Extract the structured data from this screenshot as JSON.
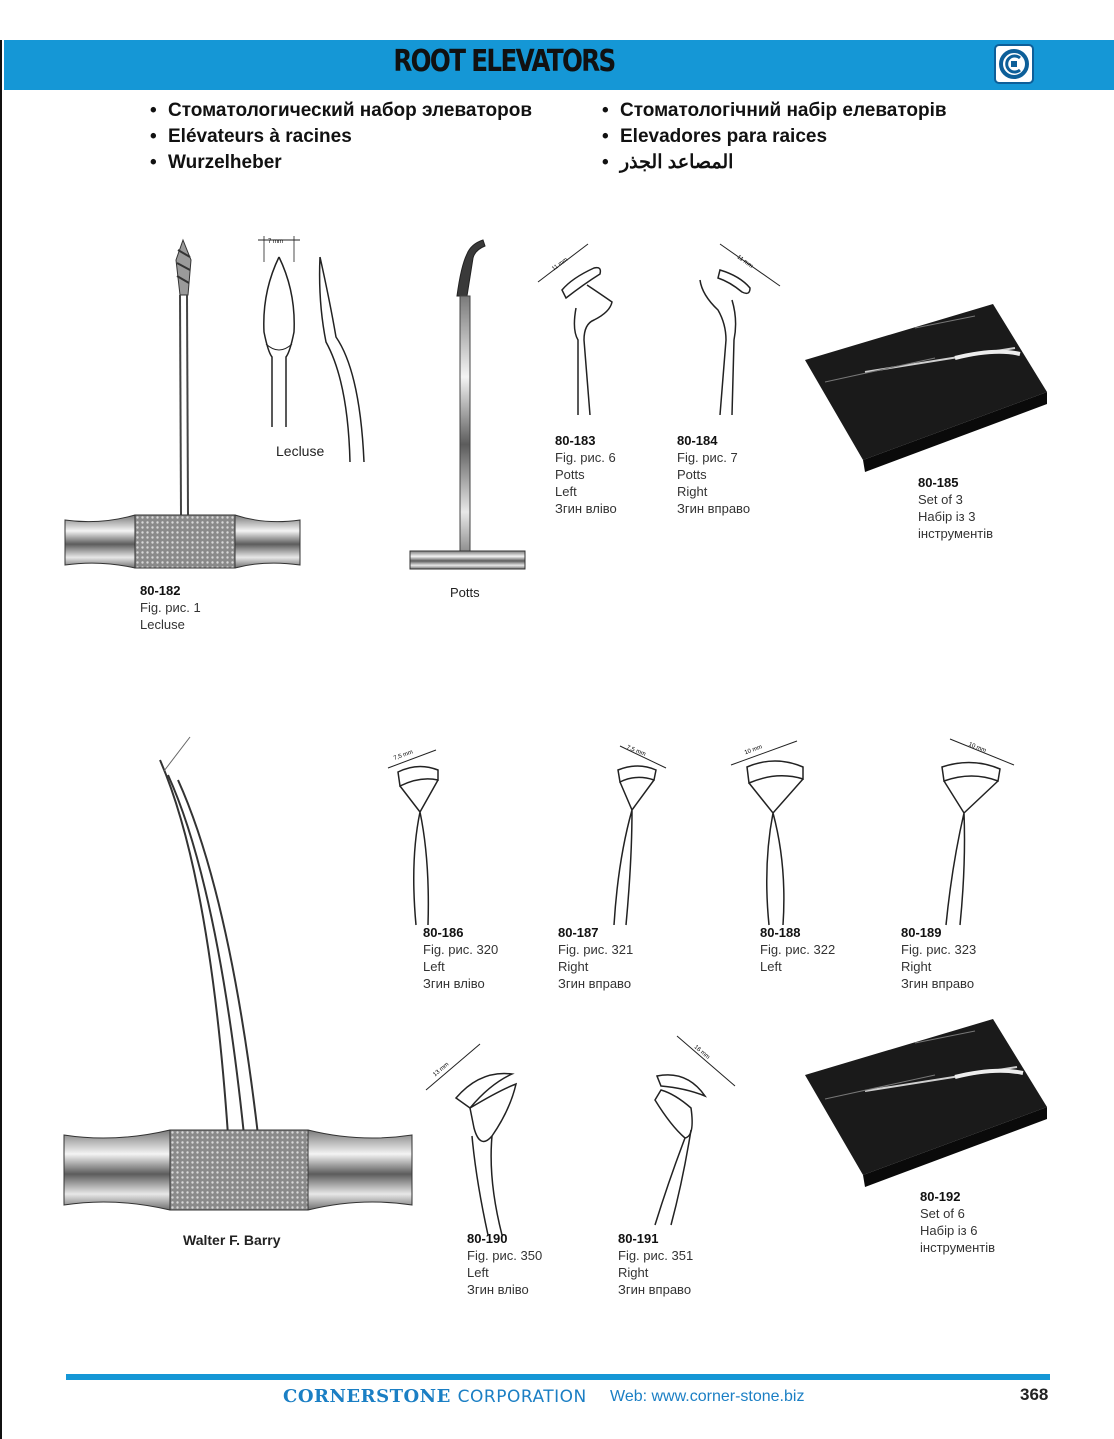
{
  "header": {
    "title": "ROOT ELEVATORS",
    "logo_icon": "cornerstone-logo-icon",
    "accent_color": "#1597d6"
  },
  "languages_left": [
    "Стоматологический набор элеваторов",
    "Elévateurs à racines",
    "Wurzelheber"
  ],
  "languages_right": [
    "Стоматологічний набір елеваторів",
    "Elevadores para raices",
    "المصاعد الجذر"
  ],
  "products": {
    "p182": {
      "code": "80-182",
      "fig": "Fig. рис. 1",
      "name": "Lecluse"
    },
    "p183": {
      "code": "80-183",
      "fig": "Fig. рис. 6",
      "type": "Potts",
      "side": "Left",
      "side_ua": "Згин вліво"
    },
    "p184": {
      "code": "80-184",
      "fig": "Fig. рис. 7",
      "type": "Potts",
      "side": "Right",
      "side_ua": "Згин вправо"
    },
    "p185": {
      "code": "80-185",
      "desc": "Set of 3",
      "desc_ua1": "Набір із 3",
      "desc_ua2": "інструментів"
    },
    "p186": {
      "code": "80-186",
      "fig": "Fig. рис. 320",
      "side": "Left",
      "side_ua": "Згин вліво"
    },
    "p187": {
      "code": "80-187",
      "fig": "Fig. рис. 321",
      "side": "Right",
      "side_ua": "Згин вправо"
    },
    "p188": {
      "code": "80-188",
      "fig": "Fig. рис. 322",
      "side": "Left"
    },
    "p189": {
      "code": "80-189",
      "fig": "Fig. рис. 323",
      "side": "Right",
      "side_ua": "Згин вправо"
    },
    "p190": {
      "code": "80-190",
      "fig": "Fig. рис. 350",
      "side": "Left",
      "side_ua": "Згин вліво"
    },
    "p191": {
      "code": "80-191",
      "fig": "Fig. рис. 351",
      "side": "Right",
      "side_ua": "Згин вправо"
    },
    "p192": {
      "code": "80-192",
      "desc": "Set of 6",
      "desc_ua1": "Набір із 6",
      "desc_ua2": "інструментів"
    }
  },
  "figure_labels": {
    "lecluse_detail": "Lecluse",
    "potts": "Potts",
    "walter_barry": "Walter F. Barry"
  },
  "dimensions": {
    "lecluse": "7 mm",
    "d183": "11 mm",
    "d184": "11 mm",
    "d186": "7,5 mm",
    "d187": "7,5 mm",
    "d188": "10 mm",
    "d189": "10 mm",
    "d190": "13 mm",
    "d191": "16 mm"
  },
  "footer": {
    "brand": "CORNERSTONE",
    "brand_suffix": "CORPORATION",
    "web": "Web: www.corner-stone.biz",
    "page": "368"
  }
}
